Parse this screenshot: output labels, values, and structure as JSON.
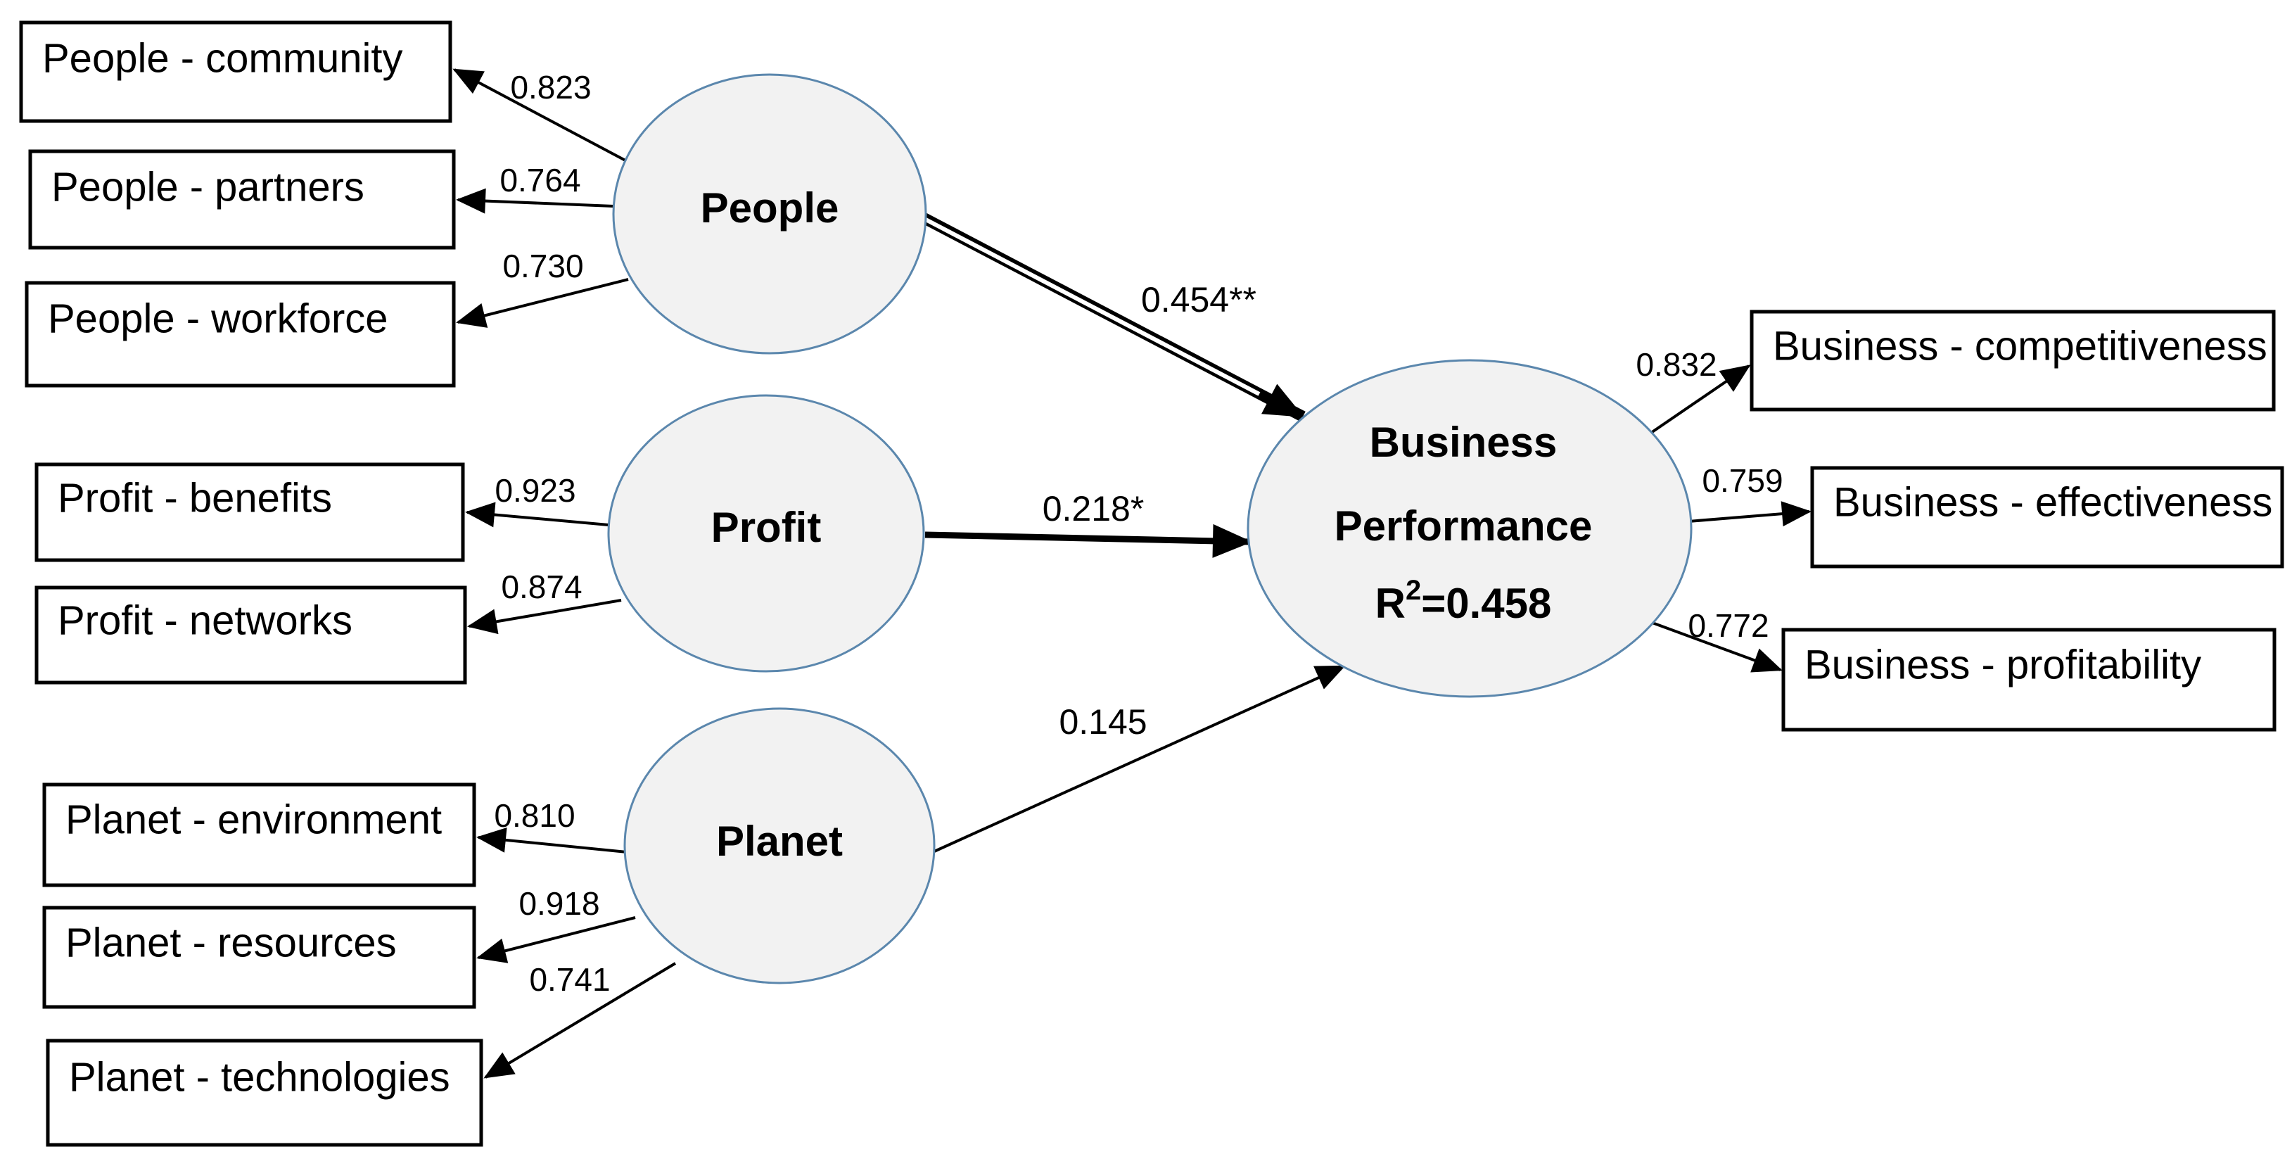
{
  "model": {
    "latents": {
      "people": {
        "label": "People"
      },
      "profit": {
        "label": "Profit"
      },
      "planet": {
        "label": "Planet"
      },
      "business": {
        "line1": "Business",
        "line2": "Performance",
        "r2_base": "R",
        "r2_sup": "2",
        "r2_rest": "=0.458"
      }
    },
    "indicators": {
      "left": [
        {
          "label": "People - community",
          "loading": "0.823"
        },
        {
          "label": "People - partners",
          "loading": "0.764"
        },
        {
          "label": "People - workforce",
          "loading": "0.730"
        },
        {
          "label": "Profit - benefits",
          "loading": "0.923"
        },
        {
          "label": "Profit - networks",
          "loading": "0.874"
        },
        {
          "label": "Planet - environment",
          "loading": "0.810"
        },
        {
          "label": "Planet - resources",
          "loading": "0.918"
        },
        {
          "label": "Planet - technologies",
          "loading": "0.741"
        }
      ],
      "right": [
        {
          "label": "Business - competitiveness",
          "loading": "0.832"
        },
        {
          "label": "Business - effectiveness",
          "loading": "0.759"
        },
        {
          "label": "Business - profitability",
          "loading": "0.772"
        }
      ]
    },
    "paths": [
      {
        "from": "People",
        "to": "Business Performance",
        "coefficient": "0.454**"
      },
      {
        "from": "Profit",
        "to": "Business Performance",
        "coefficient": "0.218*"
      },
      {
        "from": "Planet",
        "to": "Business Performance",
        "coefficient": "0.145"
      }
    ],
    "colors": {
      "ellipse_fill": "#f2f2f2",
      "ellipse_stroke": "#5b87ad",
      "box_border": "#000000",
      "arrow": "#000000",
      "text": "#000000",
      "background": "#ffffff"
    }
  }
}
